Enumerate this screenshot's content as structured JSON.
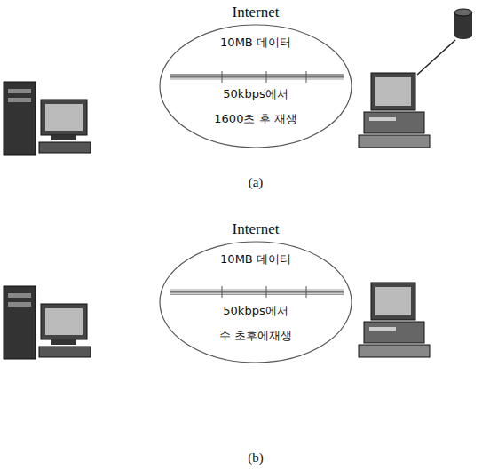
{
  "diagram": {
    "nodes": [
      {
        "text": [
          "Internet",
          "10MB 데이터",
          "50kbps에서",
          "1600초 후 재생"
        ]
      },
      {
        "text": [
          "Internet",
          "10MB 데이터",
          "50kbps에서",
          "수 초후에재생"
        ]
      }
    ],
    "labels": [
      "(a)",
      "(b)"
    ]
  }
}
